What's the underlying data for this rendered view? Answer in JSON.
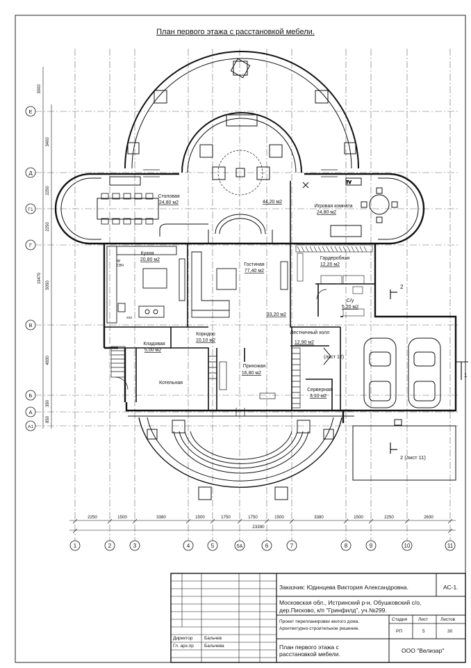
{
  "title": "План первого этажа с расстановкой мебели.",
  "rooms": [
    {
      "id": "stolovaya",
      "name": "Столовая",
      "area": "24,80 м2"
    },
    {
      "id": "hall-upper",
      "name": "",
      "area": "44,20 м2"
    },
    {
      "id": "igrovaya",
      "name": "Игровая комната",
      "area": "24,80 м2"
    },
    {
      "id": "kuhnya",
      "name": "Кухня",
      "area": "20,80 м2"
    },
    {
      "id": "gostinaya",
      "name": "Гостиная",
      "area": "77,40 м2"
    },
    {
      "id": "garderobnaya",
      "name": "Гардеробная",
      "area": "12,20 м2"
    },
    {
      "id": "su",
      "name": "С/у",
      "area": "5,20 м2"
    },
    {
      "id": "hall-mid",
      "name": "",
      "area": "33,20 м2"
    },
    {
      "id": "koridor",
      "name": "Коридор",
      "area": "10,10 м2"
    },
    {
      "id": "kladovaya",
      "name": "Кладовая",
      "area": "5,00 м2"
    },
    {
      "id": "lestnichny",
      "name": "Лестничный холл",
      "area": "12,90 м2"
    },
    {
      "id": "prihozhaya",
      "name": "Прихожая",
      "area": "16,80 м2"
    },
    {
      "id": "kotelnaya",
      "name": "Котельная",
      "area": ""
    },
    {
      "id": "servernaya",
      "name": "Серверная",
      "area": "3,10 м2"
    }
  ],
  "marks": {
    "list12": "(лист 12)",
    "sec2": "2",
    "sec2list11": "2 (лист 11)",
    "sec1": "1",
    "fridge": "хол",
    "oven": "ду",
    "cb": "СВЧ"
  },
  "axes_h": [
    "1",
    "2",
    "3",
    "4",
    "5",
    "5А",
    "6",
    "7",
    "8",
    "9",
    "10",
    "11"
  ],
  "axes_v": [
    "Е",
    "Д",
    "Г1",
    "Г",
    "В",
    "Б",
    "А",
    "А1"
  ],
  "dims_bottom": [
    "2250",
    "1500",
    "3380",
    "1500",
    "1750",
    "1750",
    "1500",
    "3380",
    "1500",
    "2250",
    "2630"
  ],
  "dim_total": "23390",
  "dims_left": [
    "3000",
    "3400",
    "2250",
    "2250",
    "5050",
    "4830",
    "390",
    "850"
  ],
  "dim_left_total": "19470",
  "titleblock": {
    "customer": "Заказчик: Юдинцева Виктория Александровна.",
    "code": "АС-1.",
    "address_1": "Московская обл., Истринский р-н, Обушковский с/о,",
    "address_2": "дер.Писково, к/п \"Гринфилд\", уч.№299.",
    "project_1": "Проект перепланировки жилого дома.",
    "project_2": "Архитектурно-строительное решение.",
    "stage_label": "Стадия",
    "sheet_label": "Лист",
    "sheets_label": "Листов",
    "stage": "РП",
    "sheet": "5",
    "sheets": "30",
    "director_role": "Директор",
    "director_name": "Бальчев",
    "arch_role": "Гл. арх.пр",
    "arch_name": "Бальчева",
    "drawing_1": "План первого этажа с",
    "drawing_2": "расстановкой мебели.",
    "company": "ООО \"Велизар\""
  }
}
